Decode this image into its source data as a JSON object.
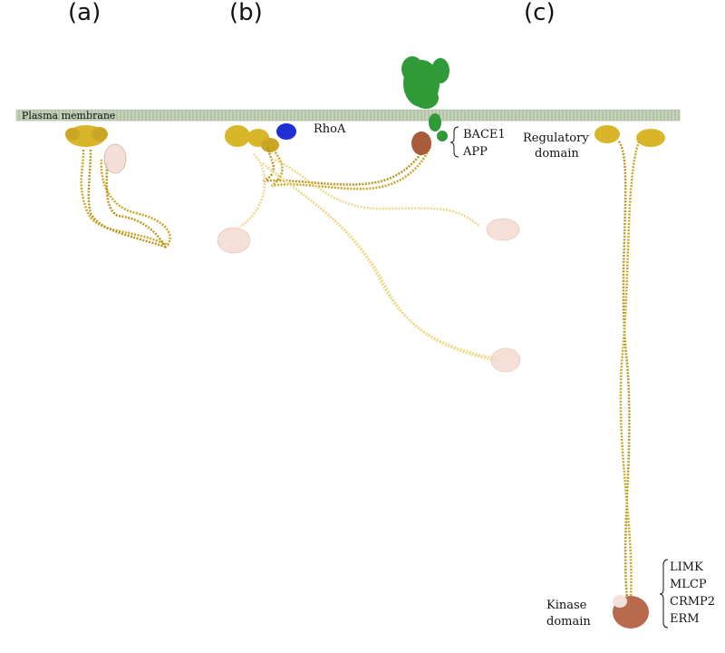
{
  "panels": {
    "a": "(a)",
    "b": "(b)",
    "c": "(c)"
  },
  "labels": {
    "plasma_membrane": "Plasma membrane",
    "rhoa": "RhoA",
    "bace1": "BACE1",
    "app": "APP",
    "regulatory_line1": "Regulatory",
    "regulatory_line2": "domain",
    "kinase_line1": "Kinase",
    "kinase_line2": "domain",
    "limk": "LIMK",
    "mlcp": "MLCP",
    "crmp2": "CRMP2",
    "erm": "ERM"
  },
  "colors": {
    "membrane": "#b8c9ad",
    "coiled_coil": "#c9a623",
    "coiled_coil_faint": "#ecd98a",
    "regulatory": "#d9b52a",
    "kinase": "#b86a4c",
    "kinase_faint": "#edc9bb",
    "rhoa": "#1f2fd6",
    "app_bace1": "#238a2c"
  }
}
